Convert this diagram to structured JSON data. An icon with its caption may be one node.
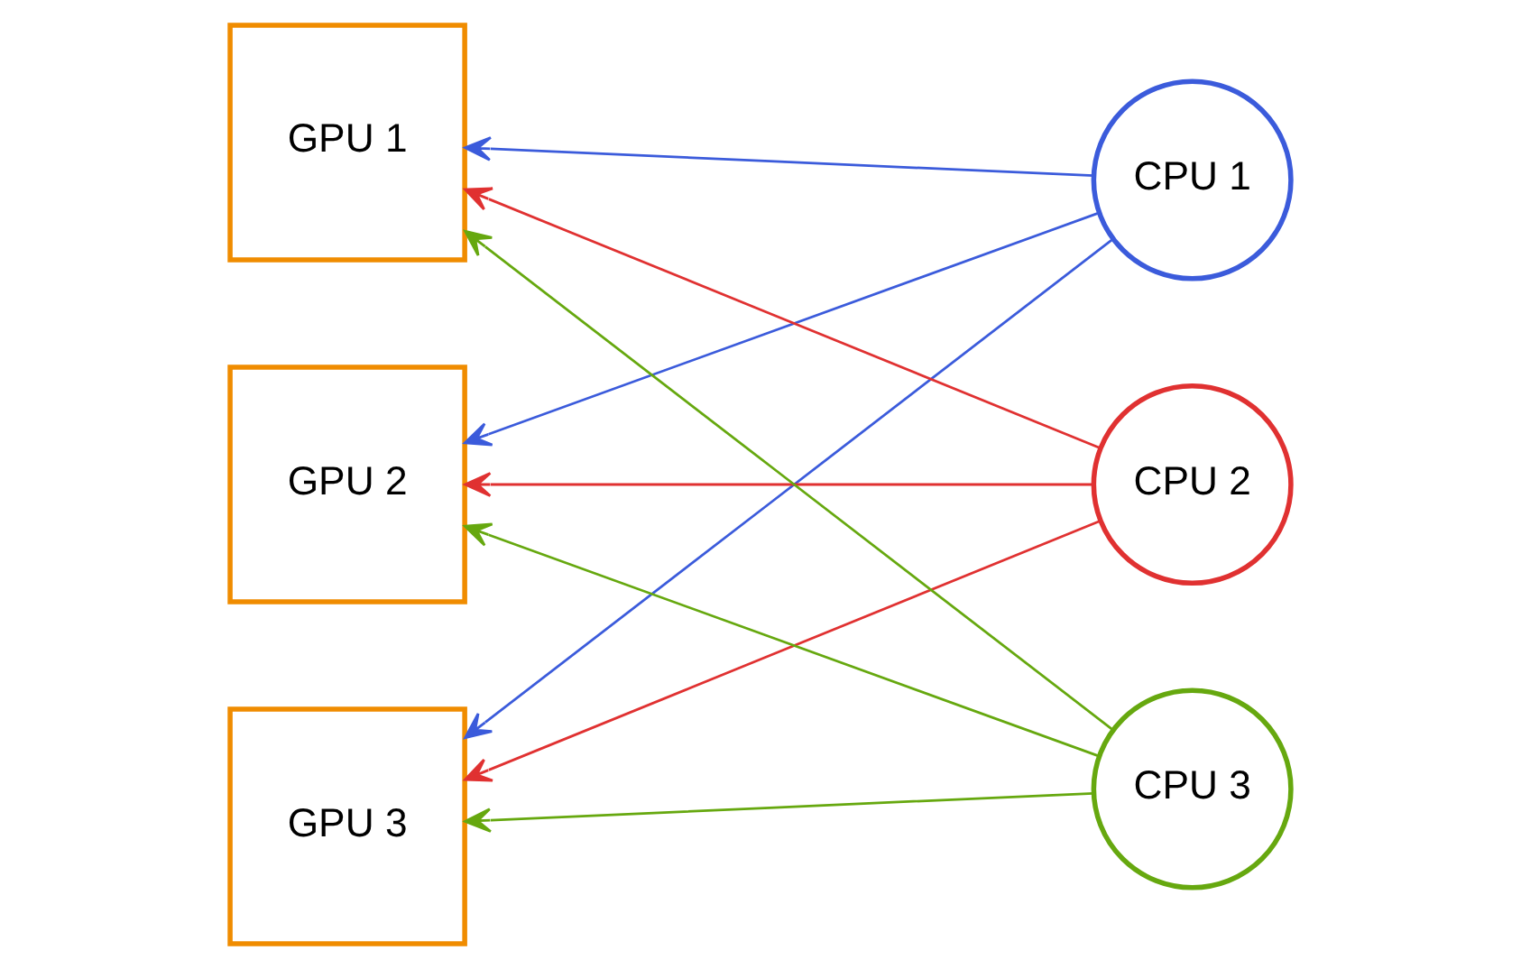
{
  "diagram": {
    "nodes": [
      {
        "text": [
          "GPU 1"
        ]
      },
      {
        "text": [
          "GPU 2"
        ]
      },
      {
        "text": [
          "GPU 3"
        ]
      },
      {
        "text": [
          "CPU 1"
        ]
      },
      {
        "text": [
          "CPU 2"
        ]
      },
      {
        "text": [
          "CPU 3"
        ]
      }
    ],
    "edges": [
      {
        "from": 3,
        "to": 0,
        "arrow": "to",
        "color": "#3b5bdb"
      },
      {
        "from": 3,
        "to": 1,
        "arrow": "to",
        "color": "#3b5bdb"
      },
      {
        "from": 3,
        "to": 2,
        "arrow": "to",
        "color": "#3b5bdb"
      },
      {
        "from": 4,
        "to": 0,
        "arrow": "to",
        "color": "#e03131"
      },
      {
        "from": 4,
        "to": 1,
        "arrow": "to",
        "color": "#e03131"
      },
      {
        "from": 4,
        "to": 2,
        "arrow": "to",
        "color": "#e03131"
      },
      {
        "from": 5,
        "to": 0,
        "arrow": "to",
        "color": "#66a80f"
      },
      {
        "from": 5,
        "to": 1,
        "arrow": "to",
        "color": "#66a80f"
      },
      {
        "from": 5,
        "to": 2,
        "arrow": "to",
        "color": "#66a80f"
      }
    ]
  }
}
